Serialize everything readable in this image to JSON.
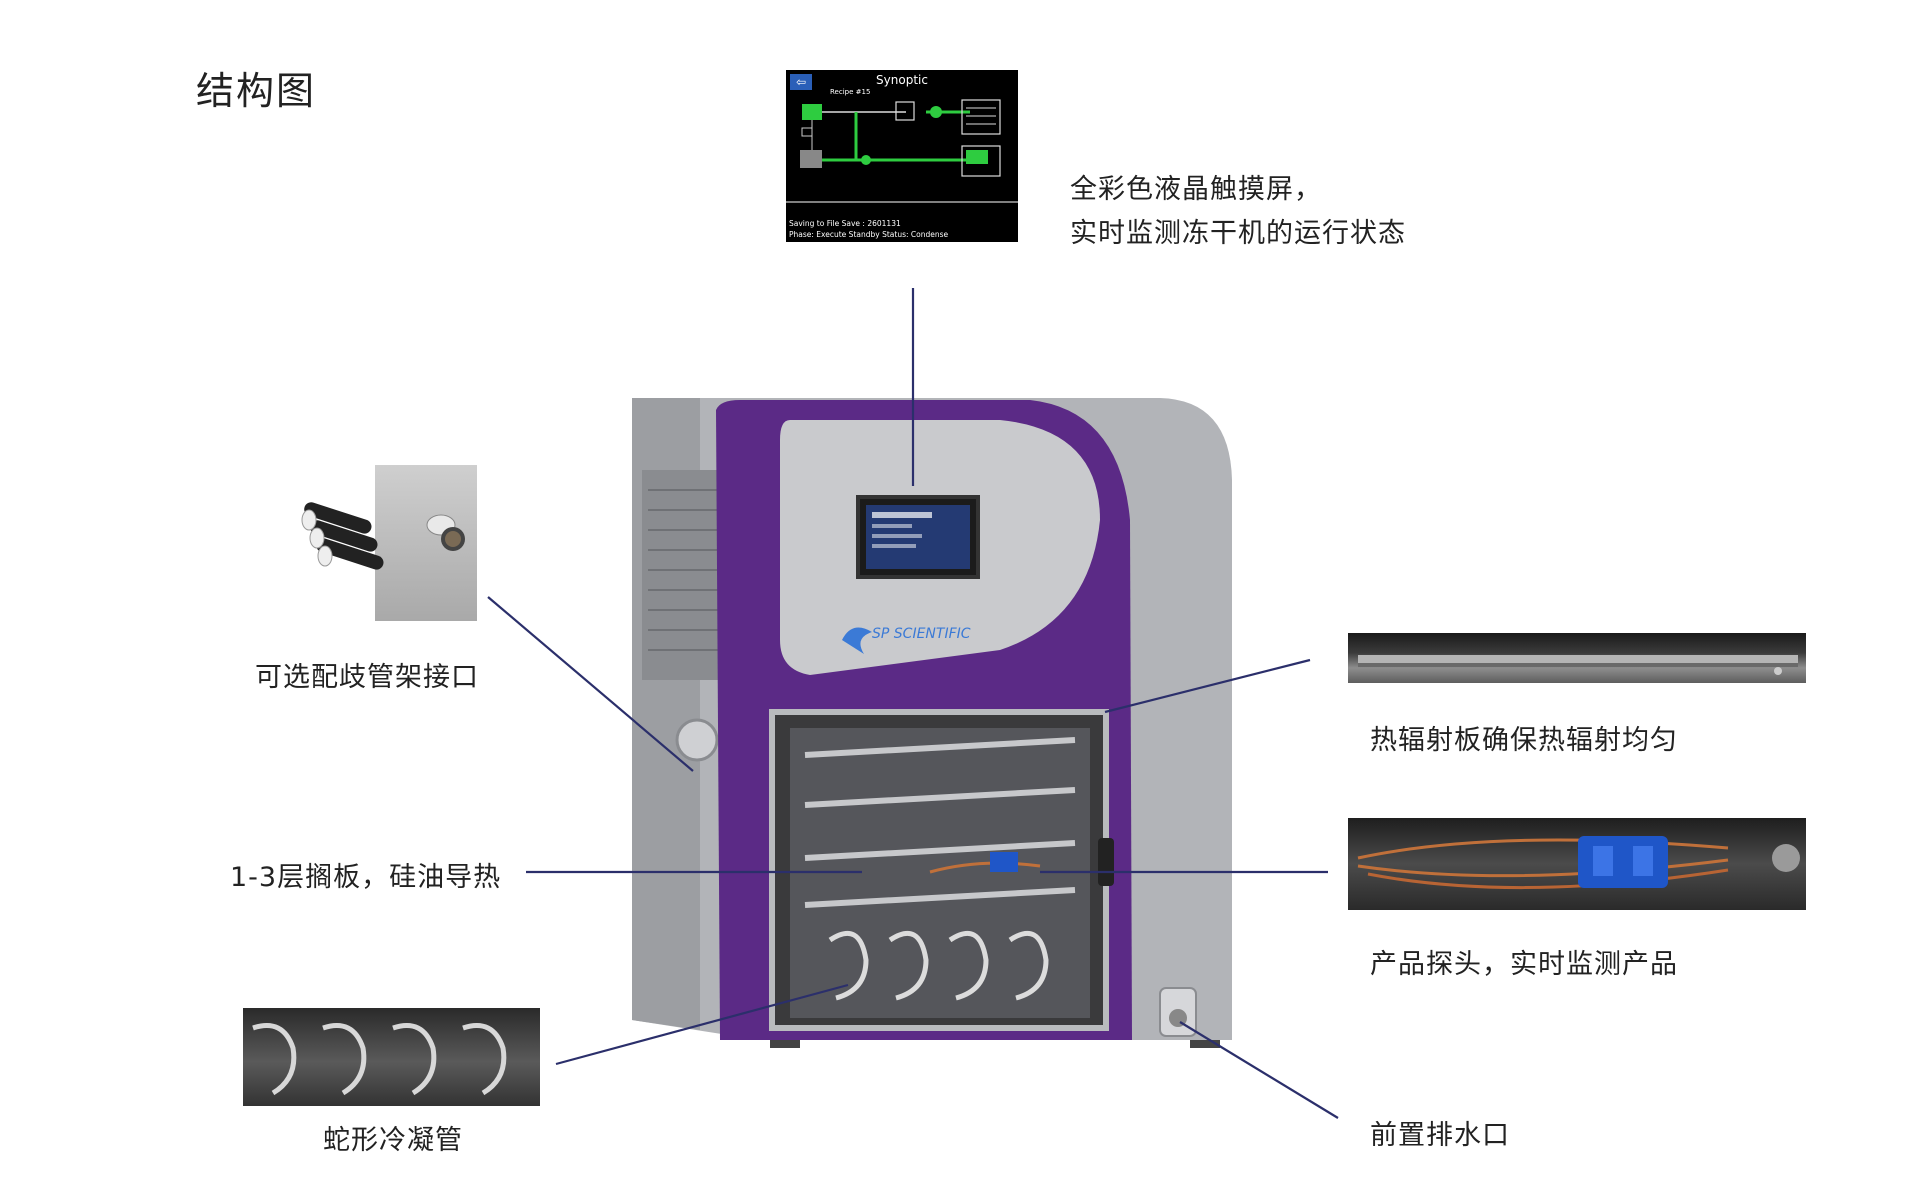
{
  "page_title": "结构图",
  "captions": {
    "touchscreen_line1": "全彩色液晶触摸屏，",
    "touchscreen_line2": "实时监测冻干机的运行状态",
    "manifold": "可选配歧管架接口",
    "shelves": "1-3层搁板，硅油导热",
    "coil": "蛇形冷凝管",
    "radiant_plate": "热辐射板确保热辐射均匀",
    "probe": "产品探头，实时监测产品",
    "drain": "前置排水口"
  },
  "synoptic_screen": {
    "title": "Synoptic",
    "back_glyph": "⇦",
    "recipe": "Recipe #15",
    "status_line1": "Saving to File Save : 2601131",
    "status_line2": "Phase: Execute  Standby  Status: Condense"
  },
  "machine": {
    "brand": "SP SCIENTIFIC"
  },
  "colors": {
    "machine_purple": "#5b2a86",
    "machine_gray": "#a7a9ad",
    "leader_line": "#2b2f6b",
    "screen_green": "#2ecc40"
  }
}
